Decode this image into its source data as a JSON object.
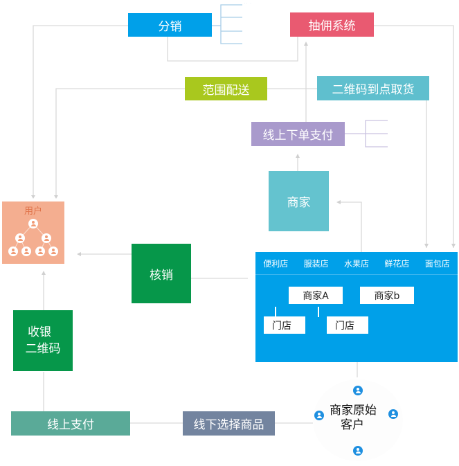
{
  "nodes": {
    "fenxiao": {
      "label": "分销",
      "color": "#00a0e9"
    },
    "chouyong": {
      "label": "抽佣系统",
      "color": "#e95a71"
    },
    "fanwei": {
      "label": "范围配送",
      "color": "#a9c81e"
    },
    "erweima_quhuo": {
      "label": "二维码到点取货",
      "color": "#5fbfce"
    },
    "xianshang_xiadan": {
      "label": "线上下单支付",
      "color": "#a99acc"
    },
    "shangjia": {
      "label": "商家",
      "color": "#64c3cf"
    },
    "hexiao": {
      "label": "核销",
      "color": "#06974a"
    },
    "shouyin": {
      "label_line1": "收银",
      "label_line2": "二维码",
      "color": "#06974a"
    },
    "xianshang_zhifu": {
      "label": "线上支付",
      "color": "#5aaa98"
    },
    "xianxia_xuanze": {
      "label": "线下选择商品",
      "color": "#73849f"
    }
  },
  "user_group": {
    "title": "用户",
    "color": "#f4ae90"
  },
  "store_panel": {
    "categories": [
      "便利店",
      "服装店",
      "水果店",
      "鲜花店",
      "面包店"
    ],
    "merchant_a": "商家A",
    "merchant_b": "商家b",
    "store_1": "门店",
    "store_2": "门店"
  },
  "customer_cluster": {
    "label_line1": "商家原始",
    "label_line2": "客户",
    "icon_color": "#1e8fe0"
  }
}
